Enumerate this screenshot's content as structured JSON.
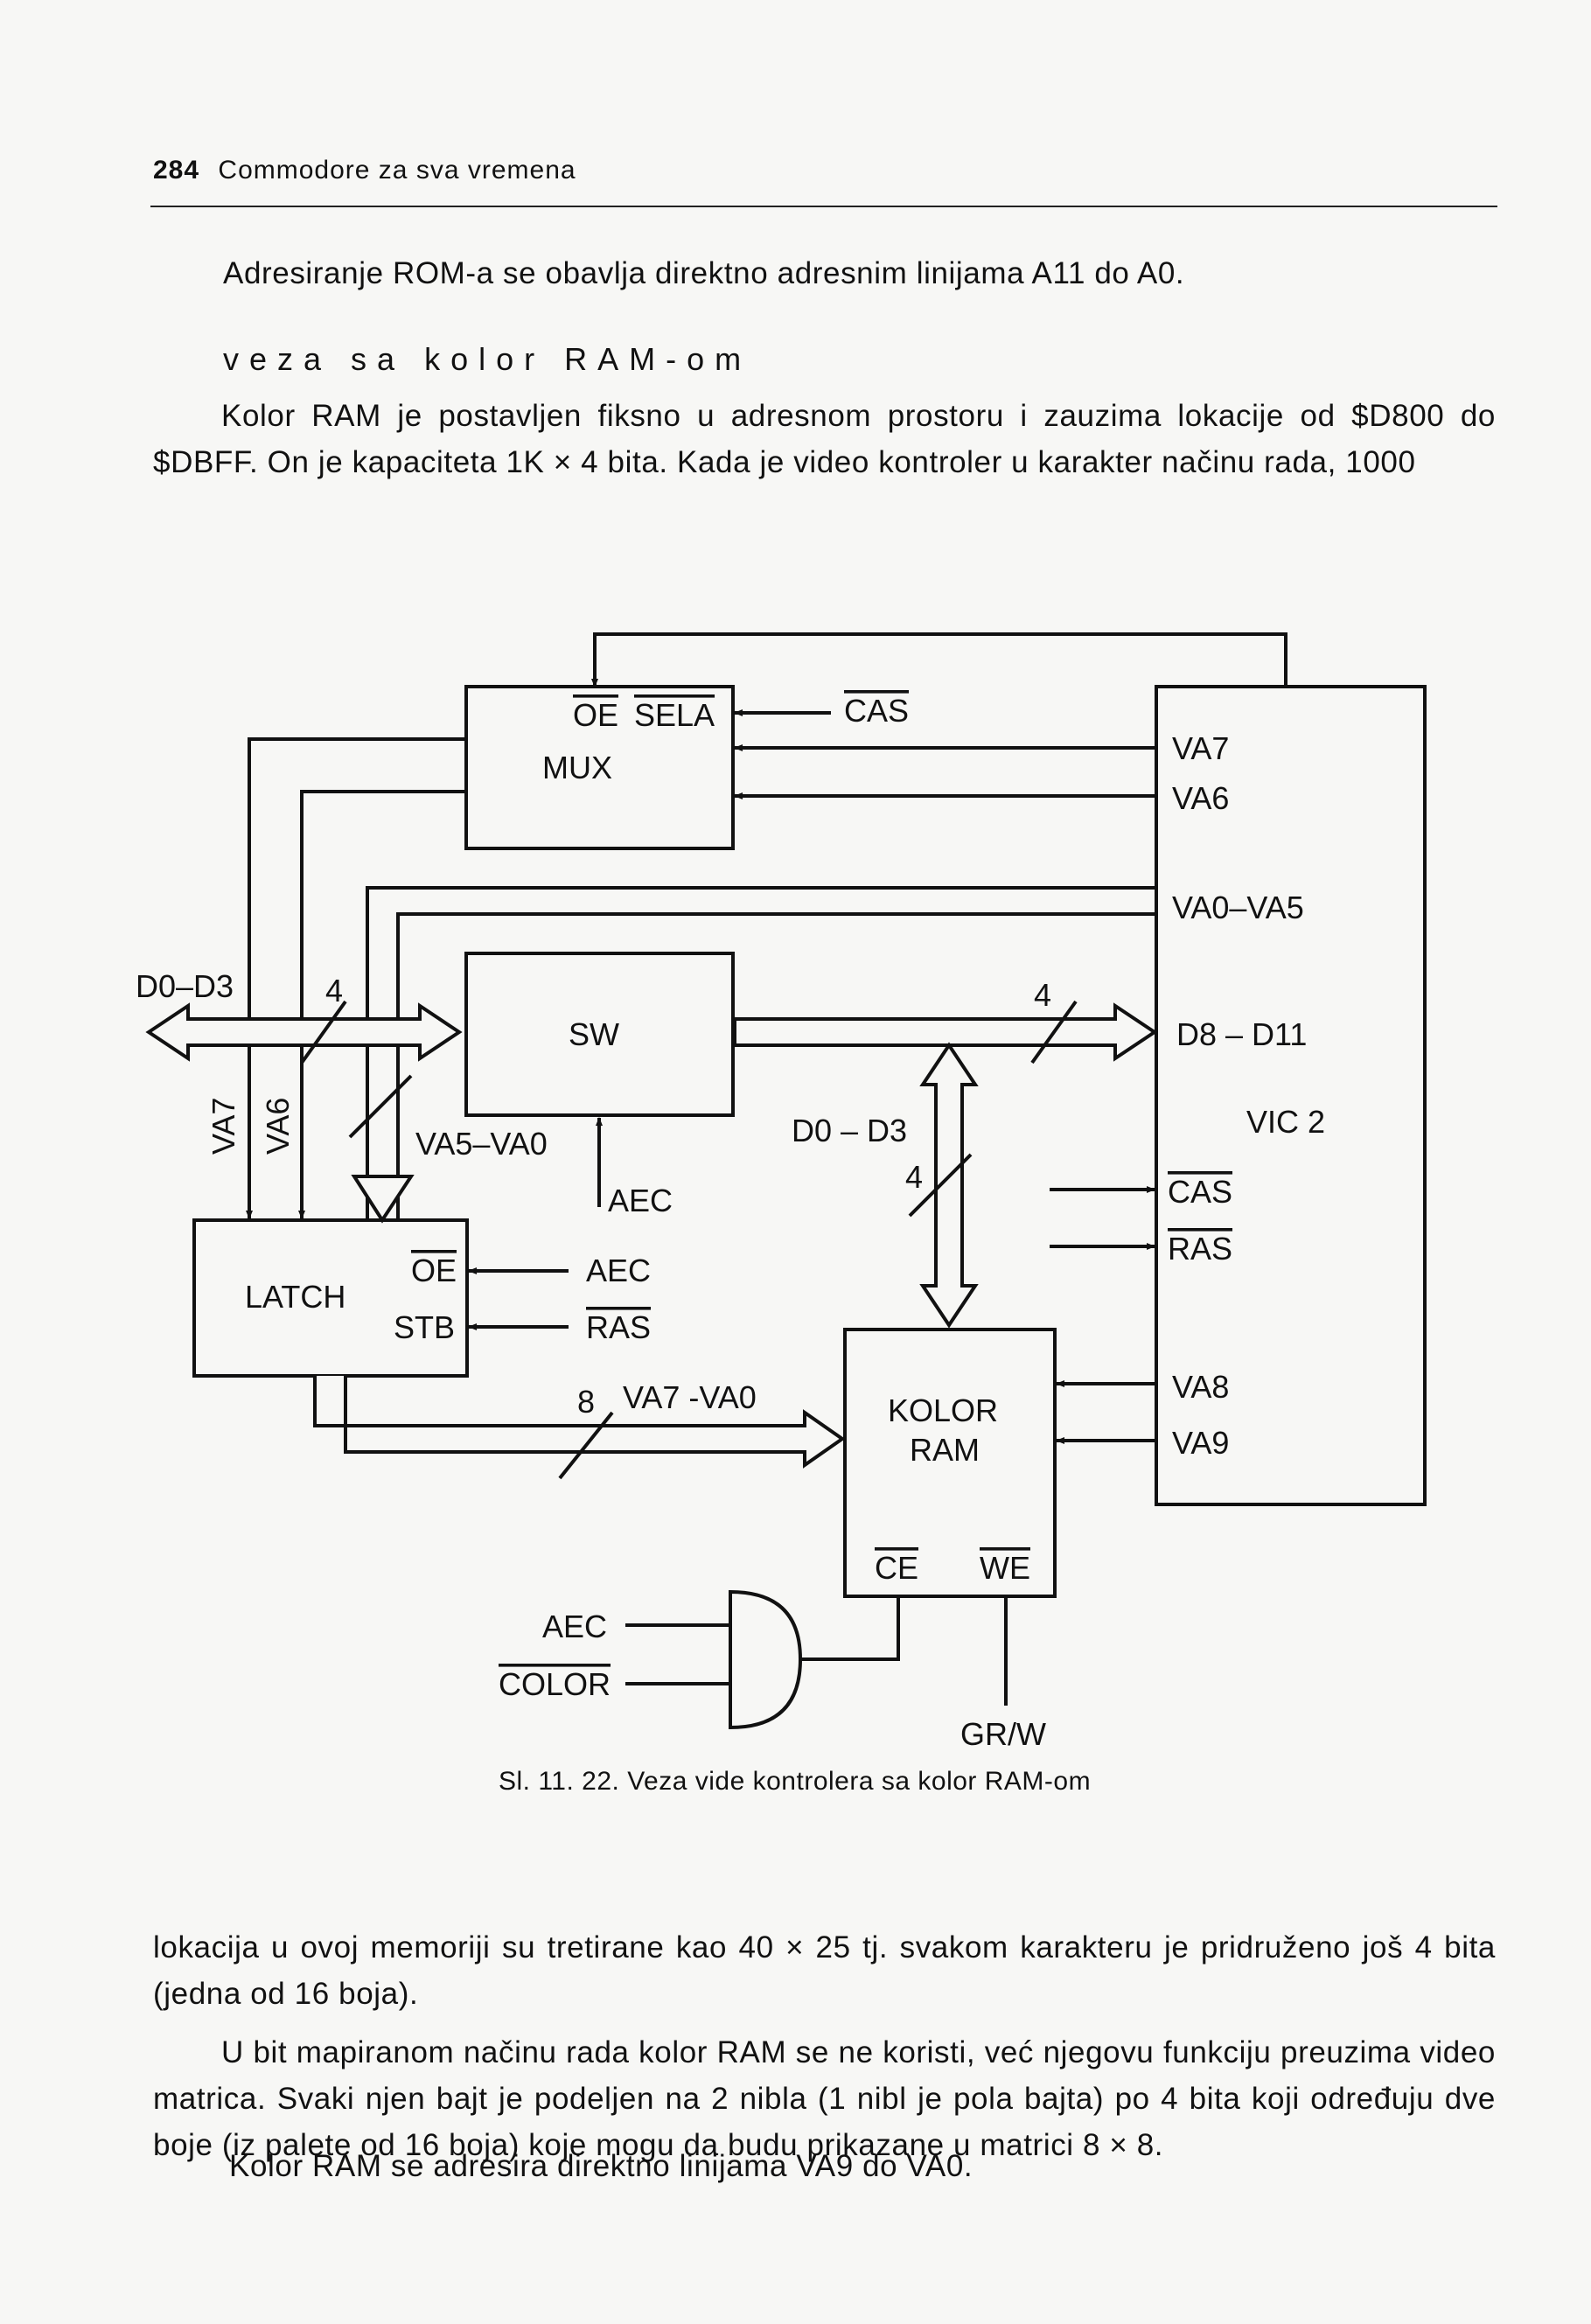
{
  "header": {
    "page_number": "284",
    "book_title": "Commodore za sva vremena"
  },
  "paragraphs": {
    "p1": "Adresiranje ROM-a se obavlja direktno adresnim linijama A11 do A0.",
    "section_heading": "veza sa kolor RAM-om",
    "p2": "Kolor RAM je postavljen fiksno u adresnom prostoru i zauzima lokacije od $D800 do $DBFF. On je kapaciteta 1K × 4 bita. Kada je video kontroler u karakter načinu rada, 1000",
    "p3": "lokacija u ovoj memoriji su tretirane kao 40 × 25 tj. svakom karakteru je pridruženo još 4 bita (jedna od 16 boja).",
    "p4": "U bit mapiranom načinu rada kolor RAM se ne koristi, već njegovu funkciju preuzima video matrica. Svaki njen bajt je podeljen na 2 nibla (1 nibl je pola bajta) po 4 bita koji određuju dve boje (iz palete od 16 boja) koje mogu da budu prikazane u matrici 8 × 8.",
    "p5": "Kolor RAM se adresira direktno linijama VA9 do VA0."
  },
  "diagram": {
    "blocks": {
      "mux": "MUX",
      "sw": "SW",
      "latch": "LATCH",
      "kolor_ram_1": "KOLOR",
      "kolor_ram_2": "RAM",
      "vic": "VIC 2"
    },
    "pins": {
      "mux_oe": "OE",
      "mux_sela": "SELA",
      "latch_oe": "OE",
      "latch_stb": "STB",
      "ram_ce": "CE",
      "ram_we": "WE",
      "vic_va7": "VA7",
      "vic_va6": "VA6",
      "vic_va0_va5": "VA0–VA5",
      "vic_d8_d11": "D8 – D11",
      "vic_cas": "CAS",
      "vic_ras": "RAS",
      "vic_va8": "VA8",
      "vic_va9": "VA9"
    },
    "signals": {
      "cas_in": "CAS",
      "d0_d3_left": "D0–D3",
      "bus_4_left": "4",
      "bus_4_right": "4",
      "bus_4_vertical": "4",
      "d0_d3_mid": "D0 – D3",
      "va7_vert": "VA7",
      "va6_vert": "VA6",
      "va5_va0": "VA5–VA0",
      "aec_sw": "AEC",
      "aec_latch": "AEC",
      "ras_latch": "RAS",
      "bus_8": "8",
      "va7_va0": "VA7 -VA0",
      "aec_gate": "AEC",
      "color_gate": "COLOR",
      "gr_w": "GR/W"
    }
  },
  "caption": "Sl. 11. 22. Veza vide kontrolera sa kolor RAM-om"
}
